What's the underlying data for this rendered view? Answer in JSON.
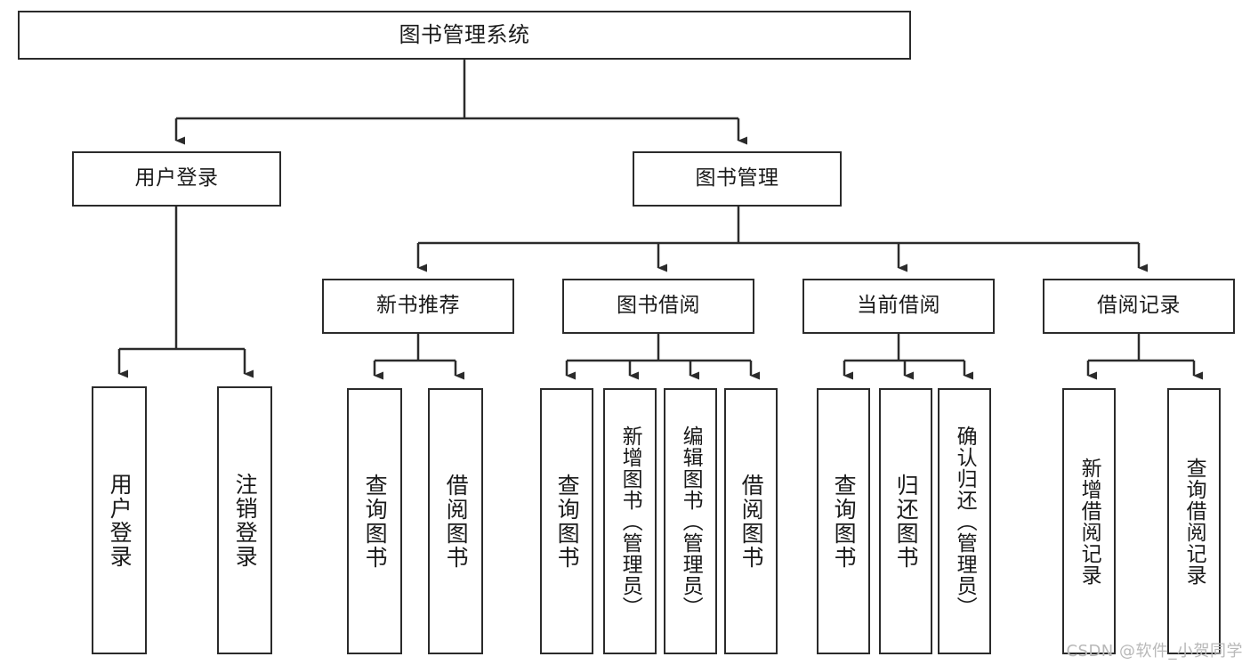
{
  "diagram": {
    "title": "图书管理系统",
    "watermark": "CSDN @软件_小贺同学",
    "colors": {
      "stroke": "#2b2b2b",
      "fill": "#ffffff",
      "text": "#1a1a1a",
      "watermark": "#b8b8b8"
    },
    "levels": {
      "root": {
        "label": "图书管理系统"
      },
      "level2": [
        {
          "label": "用户登录"
        },
        {
          "label": "图书管理"
        }
      ],
      "level3": [
        {
          "label": "新书推荐"
        },
        {
          "label": "图书借阅"
        },
        {
          "label": "当前借阅"
        },
        {
          "label": "借阅记录"
        }
      ],
      "leaves_user_login": [
        {
          "label": "用户登录"
        },
        {
          "label": "注销登录"
        }
      ],
      "leaves_new_book": [
        {
          "label": "查询图书"
        },
        {
          "label": "借阅图书"
        }
      ],
      "leaves_borrow": [
        {
          "label": "查询图书"
        },
        {
          "label": "新增图书（管理员）"
        },
        {
          "label": "编辑图书（管理员）"
        },
        {
          "label": "借阅图书"
        }
      ],
      "leaves_current": [
        {
          "label": "查询图书"
        },
        {
          "label": "归还图书"
        },
        {
          "label": "确认归还（管理员）"
        }
      ],
      "leaves_records": [
        {
          "label": "新增借阅记录"
        },
        {
          "label": "查询借阅记录"
        }
      ]
    }
  }
}
